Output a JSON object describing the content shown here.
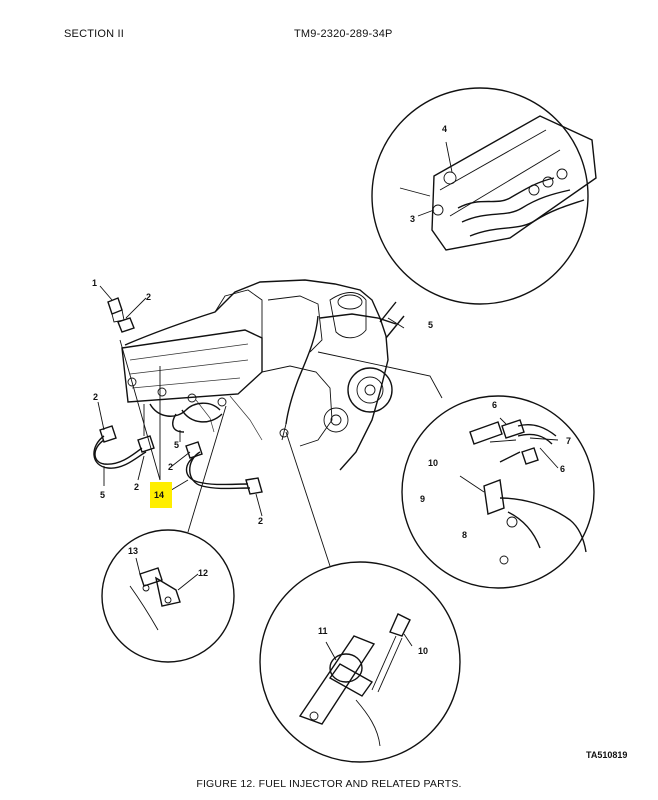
{
  "header": {
    "section": "SECTION II",
    "manual": "TM9-2320-289-34P"
  },
  "ta_reference": "TA510819",
  "caption": "FIGURE 12. FUEL INJECTOR AND RELATED PARTS.",
  "callouts": {
    "c1": "1",
    "c2a": "2",
    "c2b": "2",
    "c2c": "2",
    "c2d": "2",
    "c2e": "2",
    "c3": "3",
    "c4": "4",
    "c5a": "5",
    "c5b": "5",
    "c5c": "5",
    "c6a": "6",
    "c6b": "6",
    "c7": "7",
    "c8": "8",
    "c9": "9",
    "c10a": "10",
    "c10b": "10",
    "c11": "11",
    "c12": "12",
    "c13": "13",
    "c14": "14"
  },
  "highlight_color": "#ffee00"
}
